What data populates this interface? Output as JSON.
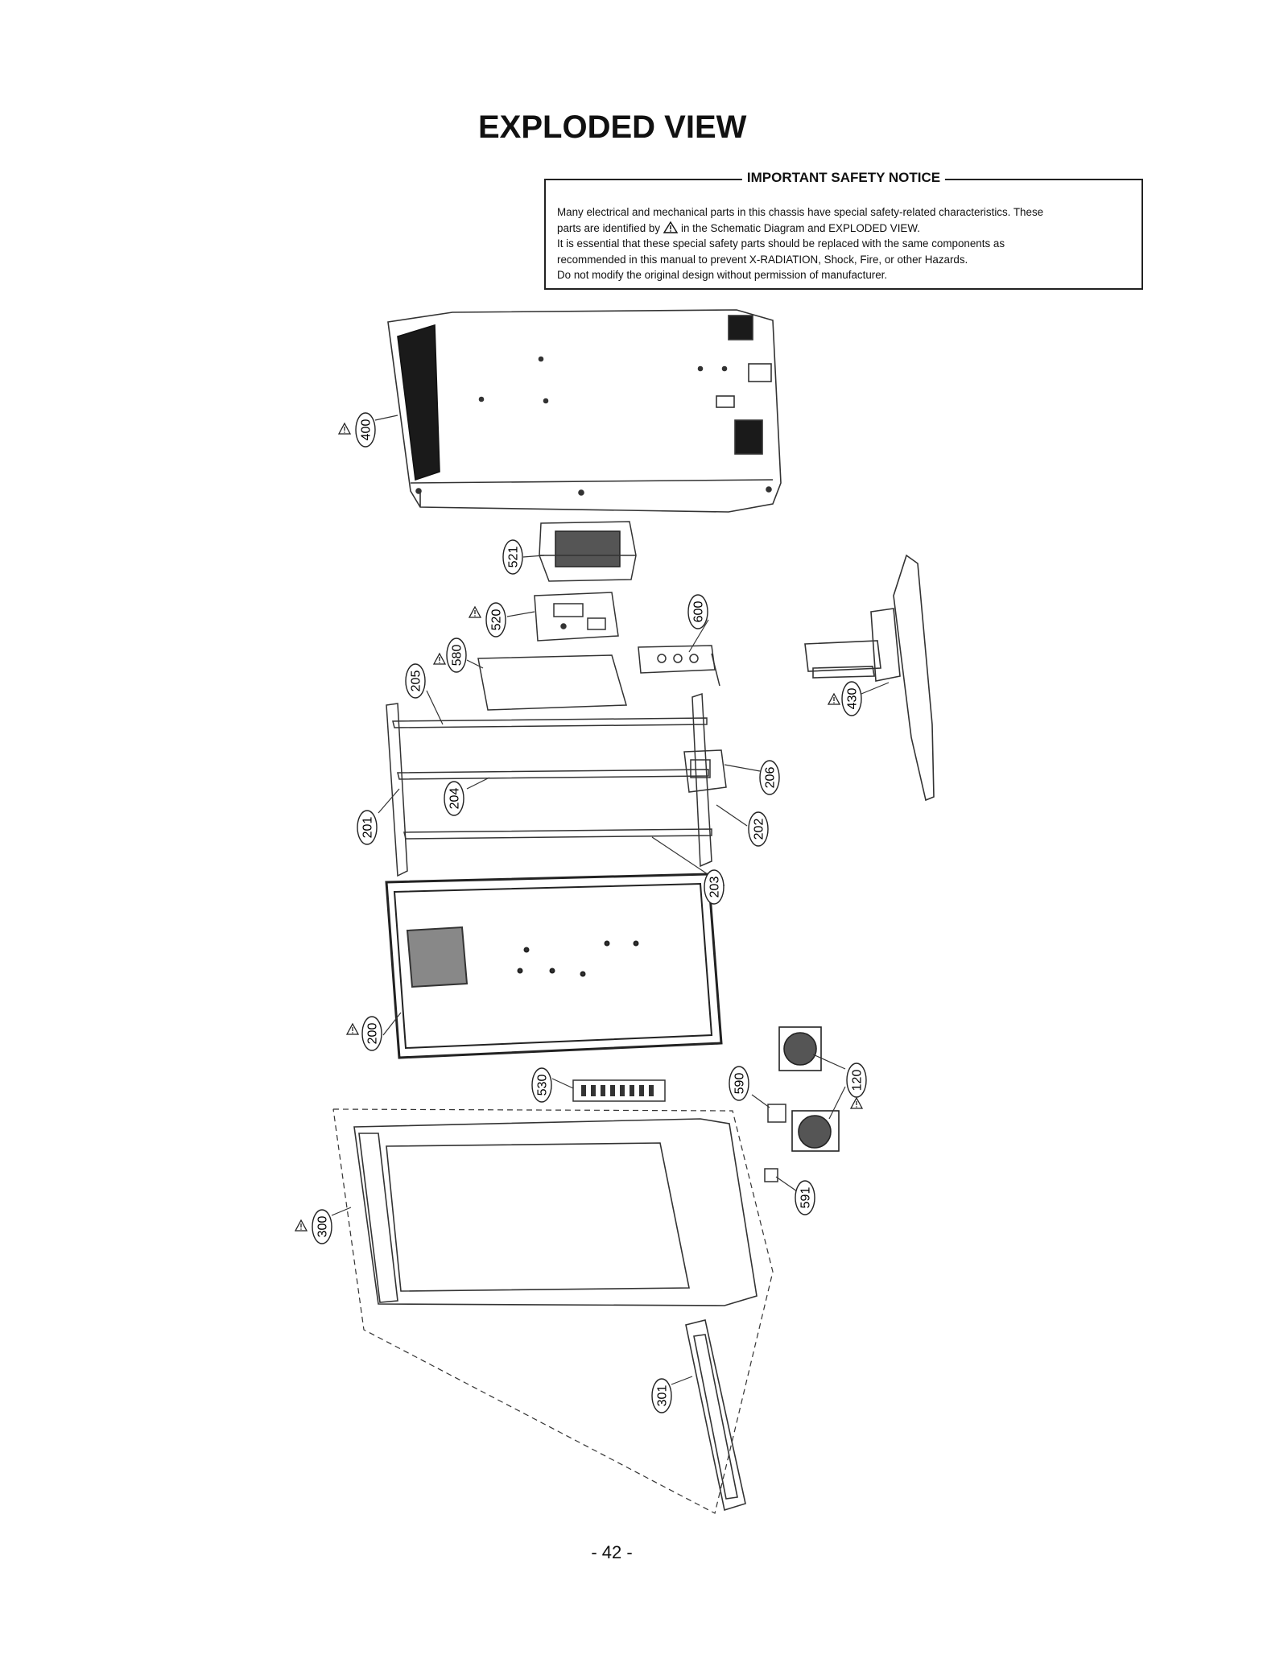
{
  "page_title": "EXPLODED VIEW",
  "safety_notice": {
    "heading": "IMPORTANT SAFETY NOTICE",
    "line1": "Many electrical and mechanical parts in this chassis have special safety-related characteristics. These",
    "line2_before": "parts are identified by",
    "line2_after": "in the Schematic Diagram and EXPLODED VIEW.",
    "line3": "It is essential that these special safety parts should be replaced with the same components as",
    "line4": "recommended in this manual to prevent X-RADIATION, Shock, Fire, or other Hazards.",
    "line5": "Do not modify the original design without permission of manufacturer."
  },
  "callouts": {
    "p400": "400",
    "p521": "521",
    "p520": "520",
    "p600": "600",
    "p580": "580",
    "p205": "205",
    "p430": "430",
    "p206": "206",
    "p204": "204",
    "p201": "201",
    "p202": "202",
    "p203": "203",
    "p200": "200",
    "p120": "120",
    "p530": "530",
    "p590": "590",
    "p300": "300",
    "p591": "591",
    "p301": "301"
  },
  "page_number": "- 42 -"
}
